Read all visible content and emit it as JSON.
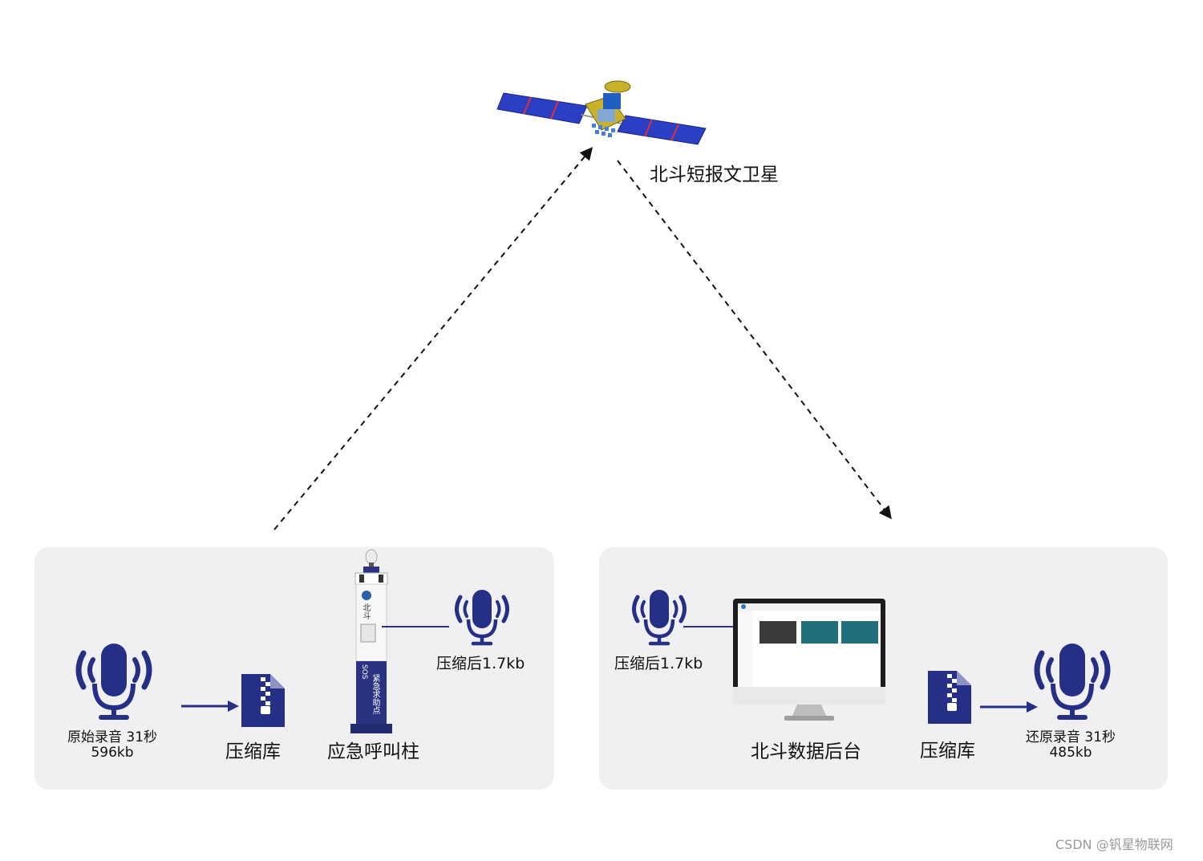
{
  "satellite": {
    "label": "北斗短报文卫星",
    "icon": "satellite-icon"
  },
  "left_panel": {
    "original_audio": {
      "name": "原始录音",
      "duration": "31秒",
      "size": "596kb"
    },
    "compress_lib": "压缩库",
    "pillar": {
      "label": "应急呼叫柱",
      "side_text": "紧急求助点",
      "sos": "SOS",
      "top_text": "北斗"
    },
    "compressed": "压缩后1.7kb"
  },
  "right_panel": {
    "compressed": "压缩后1.7kb",
    "backend": "北斗数据后台",
    "compress_lib": "压缩库",
    "restored_audio": {
      "name": "还原录音",
      "duration": "31秒",
      "size": "485kb"
    }
  },
  "watermark": "CSDN @钒星物联网",
  "colors": {
    "primary": "#252f86",
    "panel": "#f0f0f2",
    "teal": "#1f6f7c"
  }
}
